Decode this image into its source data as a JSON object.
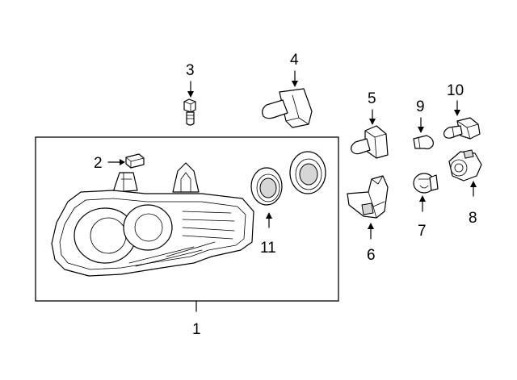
{
  "callouts": {
    "c1": "1",
    "c2": "2",
    "c3": "3",
    "c4": "4",
    "c5": "5",
    "c6": "6",
    "c7": "7",
    "c8": "8",
    "c9": "9",
    "c10": "10",
    "c11": "11"
  },
  "parts": [
    {
      "callout": "1",
      "icon": "headlamp-assembly-icon"
    },
    {
      "callout": "2",
      "icon": "clip-icon"
    },
    {
      "callout": "3",
      "icon": "bolt-icon"
    },
    {
      "callout": "4",
      "icon": "bulb-with-socket-icon"
    },
    {
      "callout": "5",
      "icon": "socket-bulb-icon"
    },
    {
      "callout": "6",
      "icon": "socket-icon"
    },
    {
      "callout": "7",
      "icon": "bulb-icon"
    },
    {
      "callout": "8",
      "icon": "bulb-icon"
    },
    {
      "callout": "9",
      "icon": "bulb-icon"
    },
    {
      "callout": "10",
      "icon": "bulb-with-socket-icon"
    },
    {
      "callout": "11",
      "icon": "grommet-icon"
    }
  ]
}
